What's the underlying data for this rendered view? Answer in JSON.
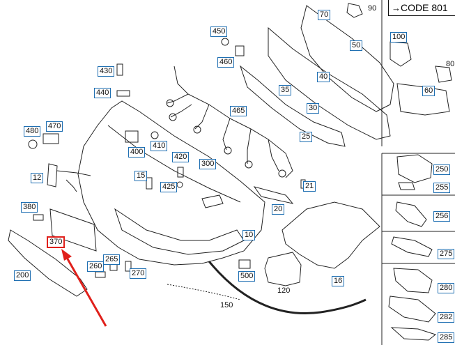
{
  "code_label": "CODE 801",
  "code_arrow": "→",
  "colors": {
    "callout_border": "#1f6fb2",
    "highlight_border": "#e0201b",
    "pointer_arrow": "#e0201b",
    "line": "#222222"
  },
  "callouts": [
    {
      "id": "70",
      "label": "70"
    },
    {
      "id": "50",
      "label": "50"
    },
    {
      "id": "100",
      "label": "100"
    },
    {
      "id": "450",
      "label": "450"
    },
    {
      "id": "460",
      "label": "460"
    },
    {
      "id": "430",
      "label": "430"
    },
    {
      "id": "40",
      "label": "40"
    },
    {
      "id": "60",
      "label": "60"
    },
    {
      "id": "440",
      "label": "440"
    },
    {
      "id": "35",
      "label": "35"
    },
    {
      "id": "30",
      "label": "30"
    },
    {
      "id": "465",
      "label": "465"
    },
    {
      "id": "480",
      "label": "480"
    },
    {
      "id": "470",
      "label": "470"
    },
    {
      "id": "25",
      "label": "25"
    },
    {
      "id": "400",
      "label": "400"
    },
    {
      "id": "410",
      "label": "410"
    },
    {
      "id": "420",
      "label": "420"
    },
    {
      "id": "300",
      "label": "300"
    },
    {
      "id": "250",
      "label": "250"
    },
    {
      "id": "12",
      "label": "12"
    },
    {
      "id": "15",
      "label": "15"
    },
    {
      "id": "425",
      "label": "425"
    },
    {
      "id": "21",
      "label": "21"
    },
    {
      "id": "255",
      "label": "255"
    },
    {
      "id": "380",
      "label": "380"
    },
    {
      "id": "20",
      "label": "20"
    },
    {
      "id": "256",
      "label": "256"
    },
    {
      "id": "10",
      "label": "10"
    },
    {
      "id": "370",
      "label": "370",
      "highlight": true
    },
    {
      "id": "275",
      "label": "275"
    },
    {
      "id": "265",
      "label": "265"
    },
    {
      "id": "260",
      "label": "260"
    },
    {
      "id": "270",
      "label": "270"
    },
    {
      "id": "500",
      "label": "500"
    },
    {
      "id": "200",
      "label": "200"
    },
    {
      "id": "16",
      "label": "16"
    },
    {
      "id": "280",
      "label": "280"
    },
    {
      "id": "282",
      "label": "282"
    },
    {
      "id": "285",
      "label": "285"
    }
  ],
  "plain_labels": [
    {
      "id": "90",
      "label": "90"
    },
    {
      "id": "80",
      "label": "80"
    },
    {
      "id": "120",
      "label": "120"
    },
    {
      "id": "150",
      "label": "150"
    }
  ]
}
